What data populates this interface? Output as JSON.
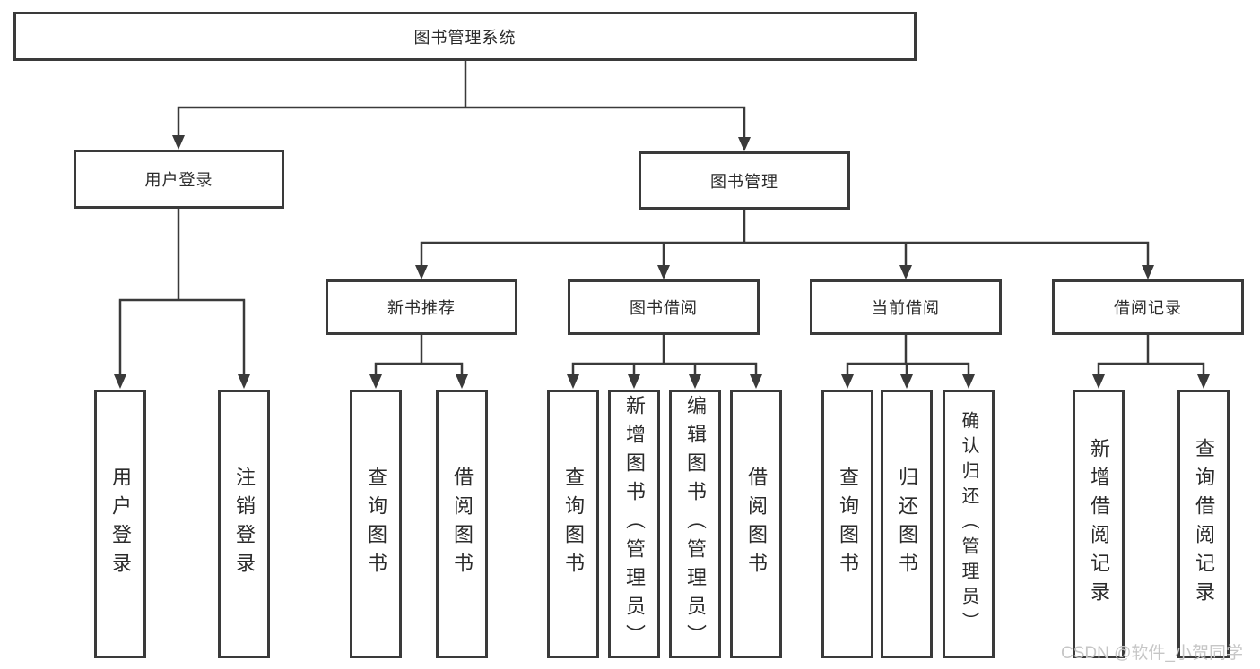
{
  "tree": {
    "root": "图书管理系统",
    "branches": [
      {
        "label": "用户登录",
        "leaves": [
          "用户登录",
          "注销登录"
        ]
      },
      {
        "label": "图书管理",
        "groups": [
          {
            "label": "新书推荐",
            "leaves": [
              "查询图书",
              "借阅图书"
            ]
          },
          {
            "label": "图书借阅",
            "leaves": [
              "查询图书",
              "新增图书（管理员）",
              "编辑图书（管理员）",
              "借阅图书"
            ]
          },
          {
            "label": "当前借阅",
            "leaves": [
              "查询图书",
              "归还图书",
              "确认归还（管理员）"
            ]
          },
          {
            "label": "借阅记录",
            "leaves": [
              "新增借阅记录",
              "查询借阅记录"
            ]
          }
        ]
      }
    ]
  },
  "watermark": "CSDN @软件_小贺同学",
  "colors": {
    "line": "#3a3a3a",
    "text": "#2b2b2b",
    "watermark": "#c6c6c6",
    "background": "#ffffff"
  }
}
